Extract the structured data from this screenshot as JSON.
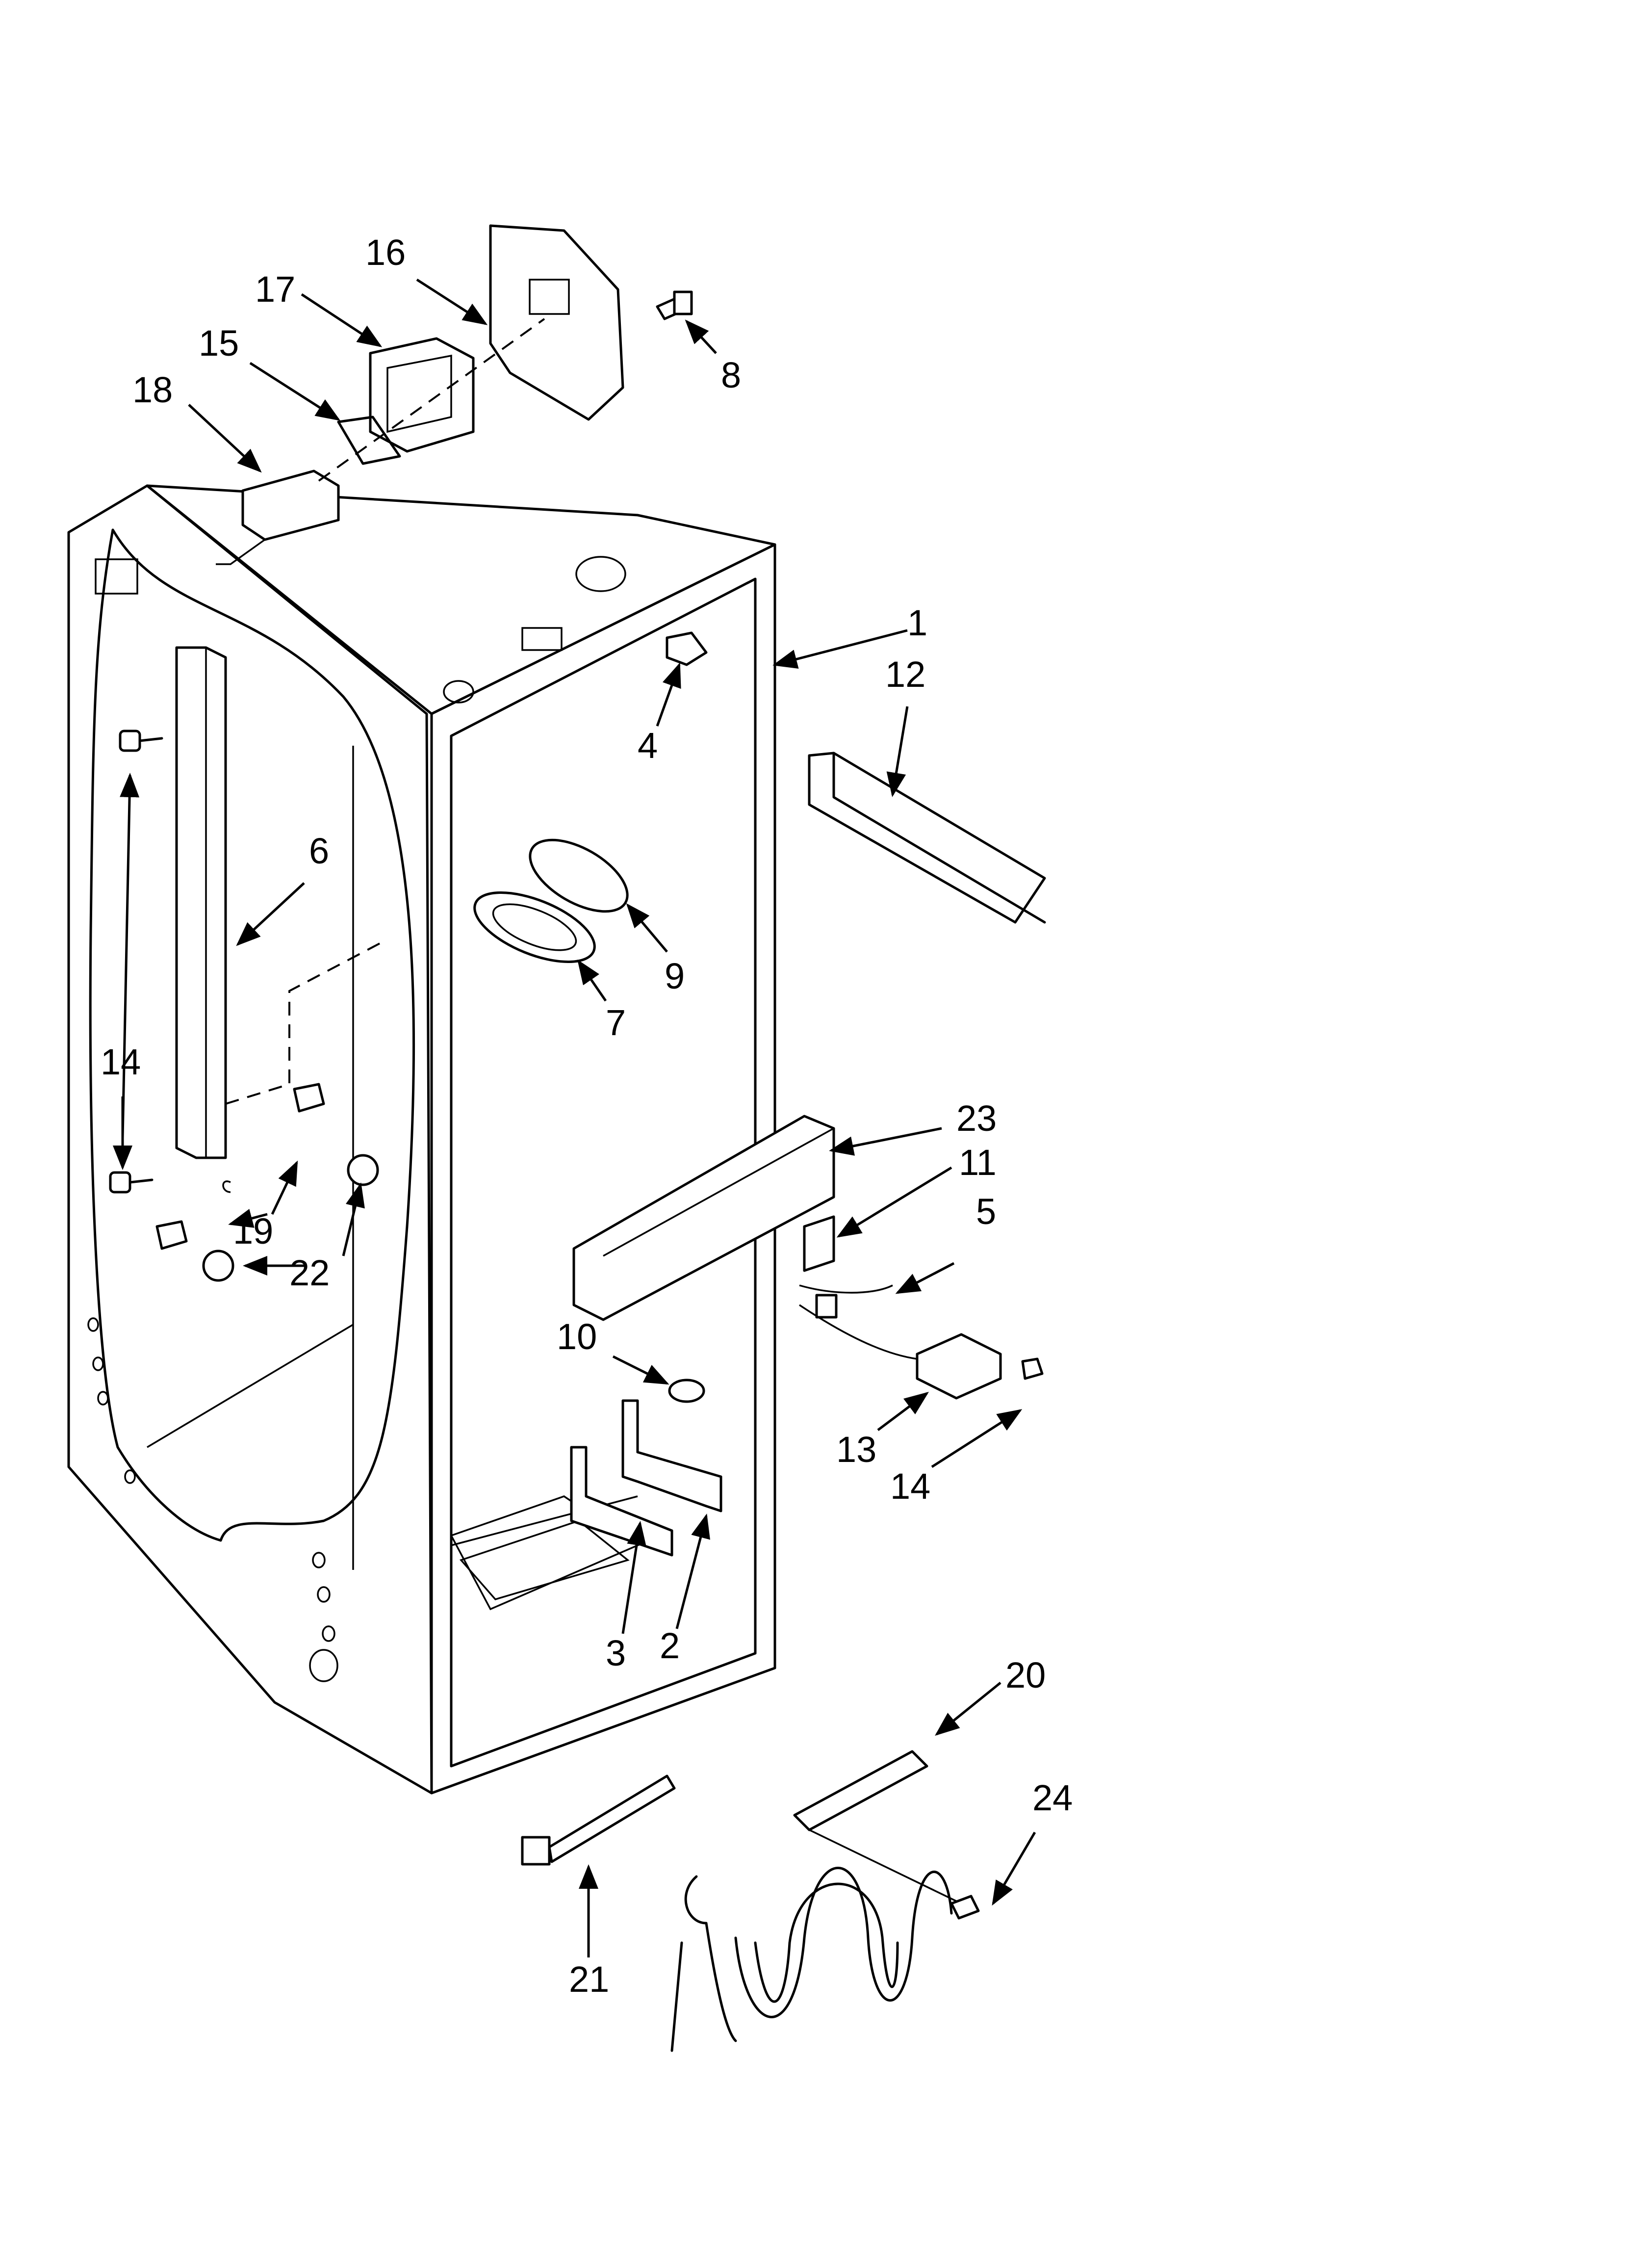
{
  "diagram": {
    "type": "exploded-parts-view",
    "callouts": [
      {
        "id": "c1",
        "text": "1"
      },
      {
        "id": "c2",
        "text": "2"
      },
      {
        "id": "c3",
        "text": "3"
      },
      {
        "id": "c4",
        "text": "4"
      },
      {
        "id": "c5",
        "text": "5"
      },
      {
        "id": "c6",
        "text": "6"
      },
      {
        "id": "c7",
        "text": "7"
      },
      {
        "id": "c8",
        "text": "8"
      },
      {
        "id": "c9",
        "text": "9"
      },
      {
        "id": "c10",
        "text": "10"
      },
      {
        "id": "c11",
        "text": "11"
      },
      {
        "id": "c12",
        "text": "12"
      },
      {
        "id": "c13",
        "text": "13"
      },
      {
        "id": "c14a",
        "text": "14"
      },
      {
        "id": "c14b",
        "text": "14"
      },
      {
        "id": "c15",
        "text": "15"
      },
      {
        "id": "c16",
        "text": "16"
      },
      {
        "id": "c17",
        "text": "17"
      },
      {
        "id": "c18",
        "text": "18"
      },
      {
        "id": "c19",
        "text": "19"
      },
      {
        "id": "c20",
        "text": "20"
      },
      {
        "id": "c21",
        "text": "21"
      },
      {
        "id": "c22",
        "text": "22"
      },
      {
        "id": "c23",
        "text": "23"
      },
      {
        "id": "c24",
        "text": "24"
      }
    ]
  }
}
